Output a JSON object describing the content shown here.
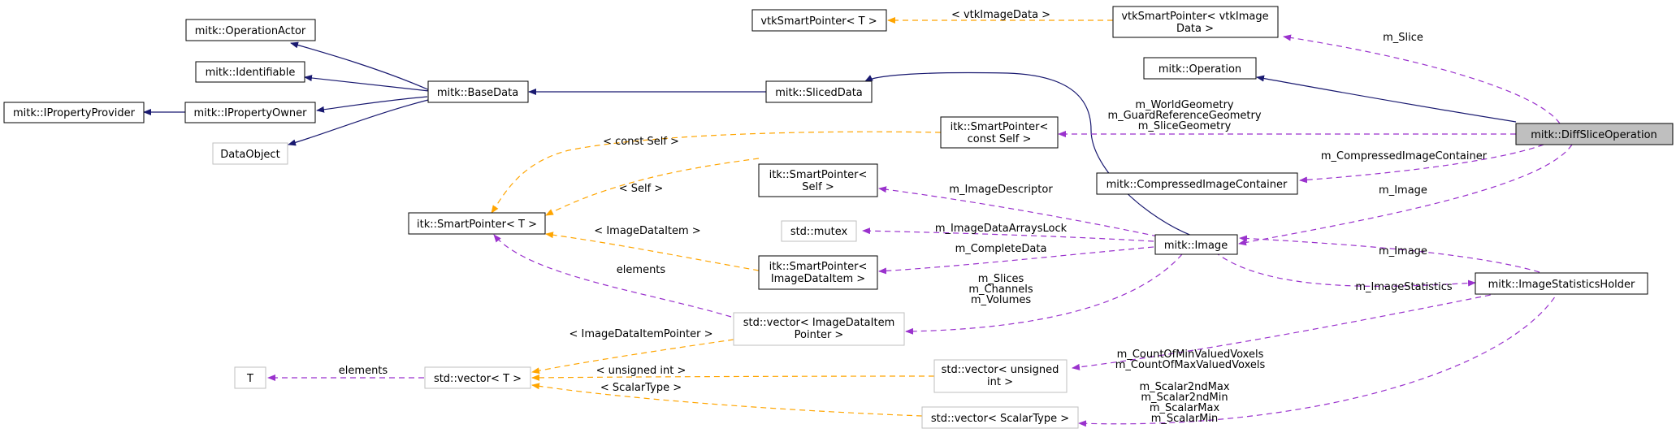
{
  "nodes": {
    "mitk_diffslice": "mitk::DiffSliceOperation",
    "vtk_sp_image_1": "vtkSmartPointer< vtkImage",
    "vtk_sp_image_2": "Data >",
    "vtk_sp_t": "vtkSmartPointer< T >",
    "mitk_operation": "mitk::Operation",
    "itk_sp_constself_1": "itk::SmartPointer<",
    "itk_sp_constself_2": "const Self >",
    "mitk_compressed": "mitk::CompressedImageContainer",
    "mitk_image": "mitk::Image",
    "mitk_imagestats": "mitk::ImageStatisticsHolder",
    "mitk_opactor": "mitk::OperationActor",
    "mitk_identifiable": "mitk::Identifiable",
    "mitk_ipropprov": "mitk::IPropertyProvider",
    "mitk_ipropowner": "mitk::IPropertyOwner",
    "mitk_basedata": "mitk::BaseData",
    "dataobject": "DataObject",
    "mitk_sliceddata": "mitk::SlicedData",
    "itk_sp_t": "itk::SmartPointer< T >",
    "itk_sp_self_1": "itk::SmartPointer<",
    "itk_sp_self_2": "Self >",
    "std_mutex": "std::mutex",
    "itk_sp_idi_1": "itk::SmartPointer<",
    "itk_sp_idi_2": "ImageDataItem >",
    "std_vec_idip_1": "std::vector< ImageDataItem",
    "std_vec_idip_2": "Pointer >",
    "std_vec_t": "std::vector< T >",
    "t": "T",
    "std_vec_uint_1": "std::vector< unsigned",
    "std_vec_uint_2": "int >",
    "std_vec_scalar": "std::vector< ScalarType >"
  },
  "labels": {
    "m_slice": "m_Slice",
    "vtkimagedata": "< vtkImageData >",
    "geom_1": "m_WorldGeometry",
    "geom_2": "m_GuardReferenceGeometry",
    "geom_3": "m_SliceGeometry",
    "m_compressed": "m_CompressedImageContainer",
    "m_image_1": "m_Image",
    "m_image_2": "m_Image",
    "m_imagestatistics": "m_ImageStatistics",
    "const_self": "< const Self >",
    "self": "< Self >",
    "imagedataitem": "< ImageDataItem >",
    "m_imagedescriptor": "m_ImageDescriptor",
    "m_lock": "m_ImageDataArraysLock",
    "m_completedata": "m_CompleteData",
    "slices_1": "m_Slices",
    "slices_2": "m_Channels",
    "slices_3": "m_Volumes",
    "elements_1": "elements",
    "elements_2": "elements",
    "idip": "< ImageDataItemPointer >",
    "uint": "< unsigned int >",
    "scalartype": "< ScalarType >",
    "count_1": "m_CountOfMinValuedVoxels",
    "count_2": "m_CountOfMaxValuedVoxels",
    "scalar_1": "m_Scalar2ndMax",
    "scalar_2": "m_Scalar2ndMin",
    "scalar_3": "m_ScalarMax",
    "scalar_4": "m_ScalarMin"
  },
  "colors": {
    "inheritance": "#191970",
    "usage": "#9a32cd",
    "template": "#ffa500",
    "focus_fill": "#bfbfbf",
    "gray_border": "#bfbfbf"
  }
}
